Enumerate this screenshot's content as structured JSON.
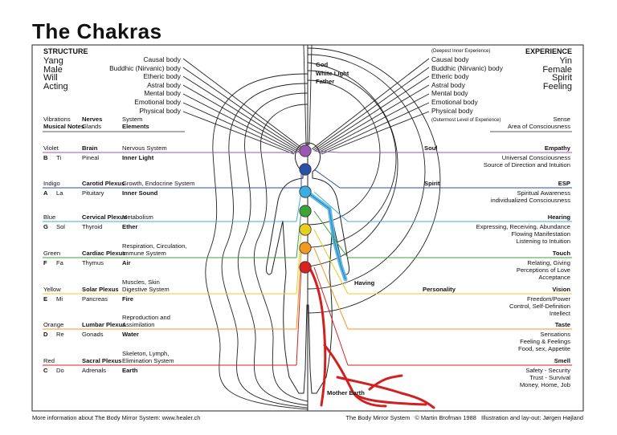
{
  "title": "The Chakras",
  "structure": {
    "header": "STRUCTURE",
    "words": [
      "Yang",
      "Male",
      "Will",
      "Acting"
    ]
  },
  "experience": {
    "header": "EXPERIENCE",
    "words": [
      "Yin",
      "Female",
      "Spirit",
      "Feeling"
    ]
  },
  "bodies_left": [
    "Causal body",
    "Buddhic (Nirvanic) body",
    "Etheric body",
    "Astral body",
    "Mental body",
    "Emotional body",
    "Physical body"
  ],
  "bodies_right": {
    "top_note": "(Deepest Inner Experience)",
    "items": [
      "Causal body",
      "Buddhic (Nirvanic) body",
      "Etheric body",
      "Astral body",
      "Mental body",
      "Emotional body",
      "Physical body"
    ],
    "bottom_note": "(Outermost Level of Experience)"
  },
  "center_top": [
    "God",
    "White Light",
    "Father"
  ],
  "left_headers": {
    "c1a": "Vibrations",
    "c1b": "Musical Notes",
    "c2a": "Nerves",
    "c2b": "Glands",
    "c3a": "System",
    "c3b": "Elements"
  },
  "right_headers": {
    "a": "Sense",
    "b": "Area of Consciousness"
  },
  "chakras": [
    {
      "color": "#9b57b6",
      "name": "Violet",
      "letter": "B",
      "note": "Ti",
      "nerve": "Brain",
      "gland": "Pineal",
      "system": [
        "Nervous System"
      ],
      "element": "Inner Light",
      "mid": "Soul",
      "sense": "Empathy",
      "area": [
        "Universal Consciousness",
        "Source of Direction and Intuition"
      ]
    },
    {
      "color": "#2a4fa8",
      "name": "Indigo",
      "letter": "A",
      "note": "La",
      "nerve": "Carotid Plexus",
      "gland": "Pituitary",
      "system": [
        "Growth, Endocrine System"
      ],
      "element": "Inner Sound",
      "mid": "Spirit",
      "sense": "ESP",
      "area": [
        "Spiritual Awareness",
        "individualized Consciousness"
      ]
    },
    {
      "color": "#3aaee0",
      "name": "Blue",
      "letter": "G",
      "note": "Sol",
      "nerve": "Cervical Plexus",
      "gland": "Thyroid",
      "system": [
        "Metabolism"
      ],
      "element": "Ether",
      "mid": "",
      "sense": "Hearing",
      "area": [
        "Expressing, Receiving, Abundance",
        "Flowing Manifestation",
        "Listening to Intuition"
      ]
    },
    {
      "color": "#3aa33a",
      "name": "Green",
      "letter": "F",
      "note": "Fa",
      "nerve": "Cardiac Plexus",
      "gland": "Thymus",
      "system": [
        "Respiration, Circulation,",
        "Immune System"
      ],
      "element": "Air",
      "mid": "",
      "sense": "Touch",
      "area": [
        "Relating, Giving",
        "Perceptions of Love",
        "Acceptance"
      ]
    },
    {
      "color": "#e8cf1d",
      "name": "Yellow",
      "letter": "E",
      "note": "Mi",
      "nerve": "Solar Plexus",
      "gland": "Pancreas",
      "system": [
        "Muscles, Skin",
        "Digestive System"
      ],
      "element": "Fire",
      "mid": "Personality",
      "sense": "Vision",
      "area": [
        "Freedom/Power",
        "Control, Self-Definition",
        "Intellect"
      ]
    },
    {
      "color": "#f29a1f",
      "name": "Orange",
      "letter": "D",
      "note": "Re",
      "nerve": "Lumbar Plexus",
      "gland": "Gonads",
      "system": [
        "Reproduction and",
        "Assimilation"
      ],
      "element": "Water",
      "mid": "",
      "sense": "Taste",
      "area": [
        "Sensations",
        "Feeling & Feelings",
        "Food, sex, Appetite"
      ]
    },
    {
      "color": "#d92020",
      "name": "Red",
      "letter": "C",
      "note": "Do",
      "nerve": "Sacral Plexus",
      "gland": "Adrenals",
      "system": [
        "Skeleton, Lymph,",
        "Elimination System"
      ],
      "element": "Earth",
      "mid": "",
      "sense": "Smell",
      "area": [
        "Safety - Security",
        "Trust - Survival",
        "Money, Home, Job"
      ]
    }
  ],
  "having": "Having",
  "mother_earth": "Mother Earth",
  "footer": {
    "left": "More information about The Body Mirror System: www.healer.ch",
    "right": "The Body Mirror System   © Martin Brofman 1988   Illustration and lay-out: Jørgen Højland"
  }
}
